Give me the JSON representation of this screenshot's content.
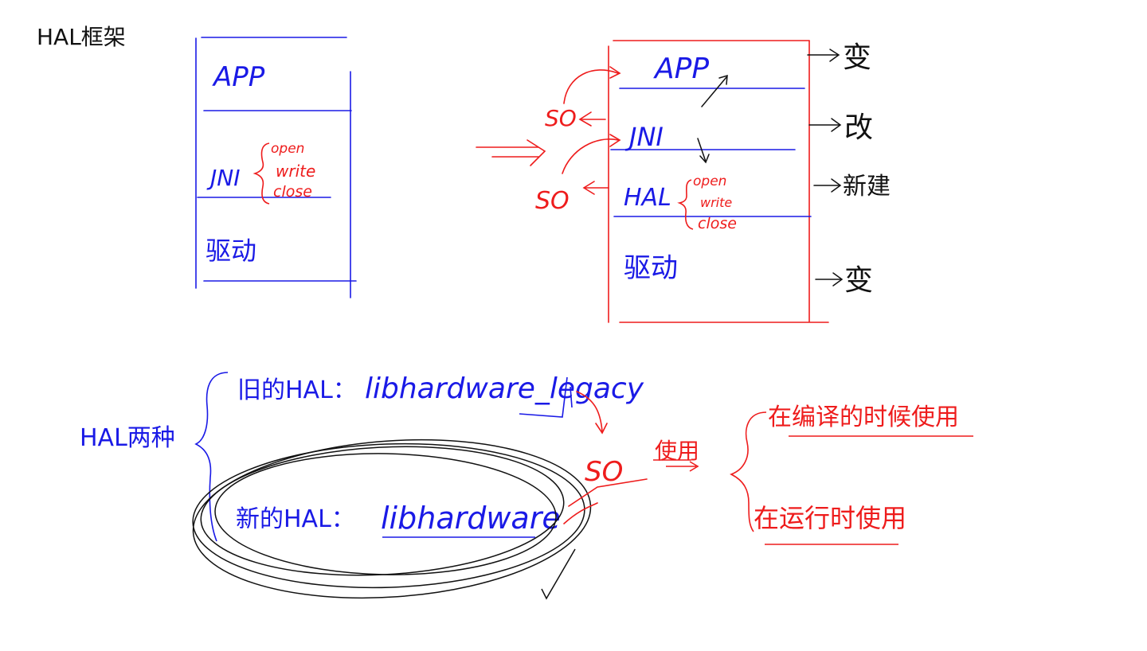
{
  "page_title": "HAL框架",
  "left_stack": {
    "layers": [
      {
        "label": "APP"
      },
      {
        "label": "JNI",
        "brace_items": [
          "open",
          "write",
          "close"
        ]
      },
      {
        "label": "驱动"
      }
    ]
  },
  "right_stack": {
    "layers": [
      {
        "label": "APP",
        "note": "变"
      },
      {
        "label": "JNI",
        "note": "改"
      },
      {
        "label": "HAL",
        "brace_items": [
          "open",
          "write",
          "close"
        ],
        "note": "新建"
      },
      {
        "label": "驱动",
        "note": "变"
      }
    ],
    "so_labels": [
      "SO",
      "SO"
    ]
  },
  "hal_types": {
    "heading": "HAL两种",
    "old": {
      "label": "旧的HAL：",
      "lib": "libhardware_legacy"
    },
    "new": {
      "label": "新的HAL：",
      "lib": "libhardware"
    },
    "so_label": "SO",
    "use_label": "使用",
    "usages": [
      "在编译的时候使用",
      "在运行时使用"
    ]
  },
  "colors": {
    "blue": "#1a1ae6",
    "red": "#ee1c1c",
    "black": "#111111"
  }
}
